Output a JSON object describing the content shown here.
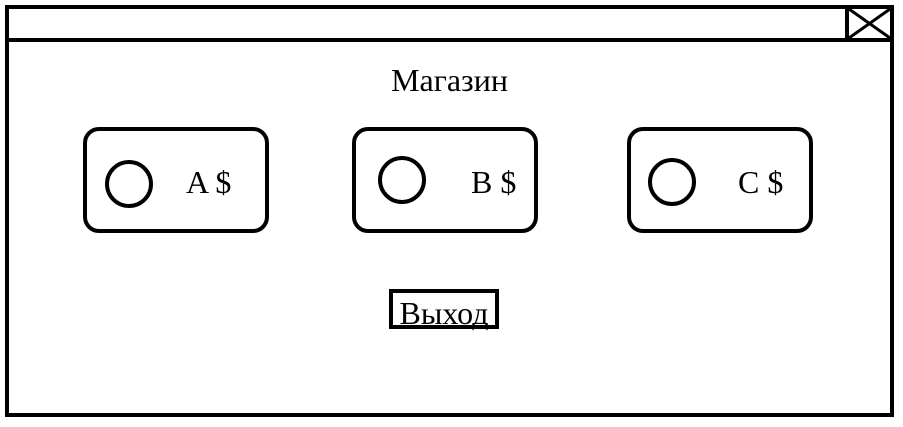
{
  "window": {
    "close_icon": "close-x-icon"
  },
  "shop": {
    "title": "Магазин",
    "options": [
      {
        "label": "A $",
        "selected": false
      },
      {
        "label": "B $",
        "selected": false
      },
      {
        "label": "C $",
        "selected": false
      }
    ],
    "exit_label": "Выход"
  }
}
